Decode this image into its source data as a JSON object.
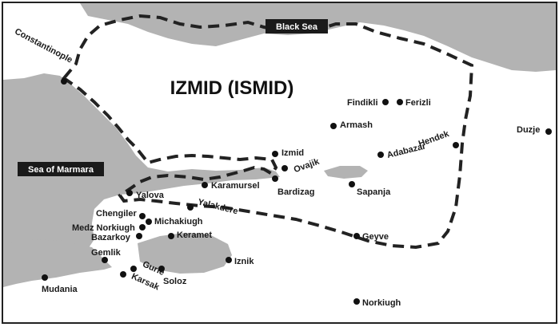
{
  "title": "IZMID (ISMID)",
  "seas": [
    {
      "id": "black-sea",
      "label": "Black Sea"
    },
    {
      "id": "sea-of-marmara",
      "label": "Sea of Marmara"
    }
  ],
  "places": [
    {
      "id": "constantinople",
      "label": "Constantinople"
    },
    {
      "id": "findikli",
      "label": "Findikli"
    },
    {
      "id": "ferizli",
      "label": "Ferizli"
    },
    {
      "id": "armash",
      "label": "Armash"
    },
    {
      "id": "hendek",
      "label": "Hendek"
    },
    {
      "id": "duzje",
      "label": "Duzje"
    },
    {
      "id": "izmid",
      "label": "Izmid"
    },
    {
      "id": "ovajik",
      "label": "Ovajik"
    },
    {
      "id": "adabazar",
      "label": "Adabazar"
    },
    {
      "id": "bardizag",
      "label": "Bardizag"
    },
    {
      "id": "karamursel",
      "label": "Karamursel"
    },
    {
      "id": "sapanja",
      "label": "Sapanja"
    },
    {
      "id": "yalova",
      "label": "Yalova"
    },
    {
      "id": "yalakdere",
      "label": "Yalakdere"
    },
    {
      "id": "chengiler",
      "label": "Chengiler"
    },
    {
      "id": "medz-norkiugh",
      "label": "Medz Norkiugh"
    },
    {
      "id": "michakiugh",
      "label": "Michakiugh"
    },
    {
      "id": "bazarkoy",
      "label": "Bazarkoy"
    },
    {
      "id": "keramet",
      "label": "Keramet"
    },
    {
      "id": "geyve",
      "label": "Geyve"
    },
    {
      "id": "gemlik",
      "label": "Gemlik"
    },
    {
      "id": "iznik",
      "label": "Iznik"
    },
    {
      "id": "gurle",
      "label": "Gurle"
    },
    {
      "id": "karsak",
      "label": "Karsak"
    },
    {
      "id": "soloz",
      "label": "Soloz"
    },
    {
      "id": "mudania",
      "label": "Mudania"
    },
    {
      "id": "norkiugh",
      "label": "Norkiugh"
    }
  ],
  "colors": {
    "water": "#b3b3b3",
    "land": "#ffffff",
    "border": "#222222",
    "sea_label_bg": "#1a1a1a"
  }
}
